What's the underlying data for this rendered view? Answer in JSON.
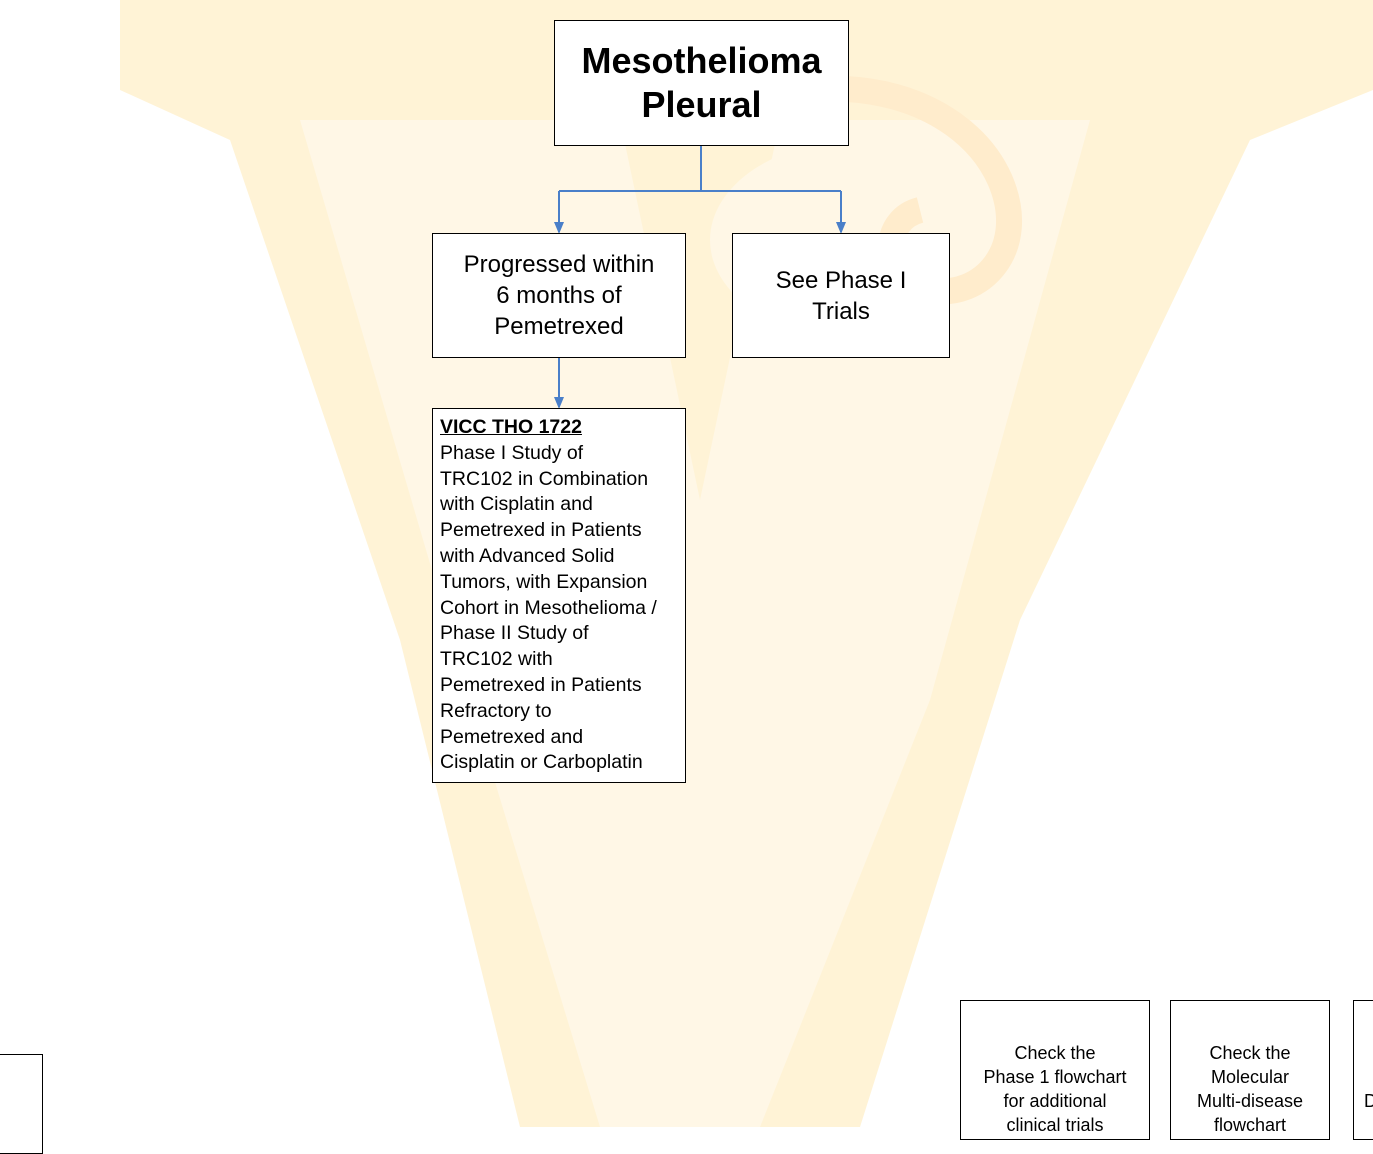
{
  "colors": {
    "background_watermark": "#fff3d6",
    "connector": "#4a7fc9",
    "box_border": "#000000"
  },
  "title": {
    "text": "Mesothelioma\nPleural"
  },
  "branches": {
    "progressed": "Progressed within\n6 months of\nPemetrexed",
    "phase_one": "See Phase I\nTrials"
  },
  "trial": {
    "id": "VICC THO 1722",
    "description": "Phase I Study of\nTRC102 in Combination\nwith Cisplatin and\nPemetrexed in Patients\nwith Advanced Solid\nTumors, with Expansion\nCohort in Mesothelioma /\nPhase II Study of\nTRC102 with\nPemetrexed in Patients\nRefractory to\nPemetrexed and\nCisplatin or Carboplatin"
  },
  "footer_boxes": {
    "phase1_flowchart": "Check the\nPhase 1 flowchart\nfor additional\nclinical trials",
    "molecular_flowchart": "Check the\nMolecular\nMulti-disease\nflowchart",
    "partial_right": "D"
  }
}
